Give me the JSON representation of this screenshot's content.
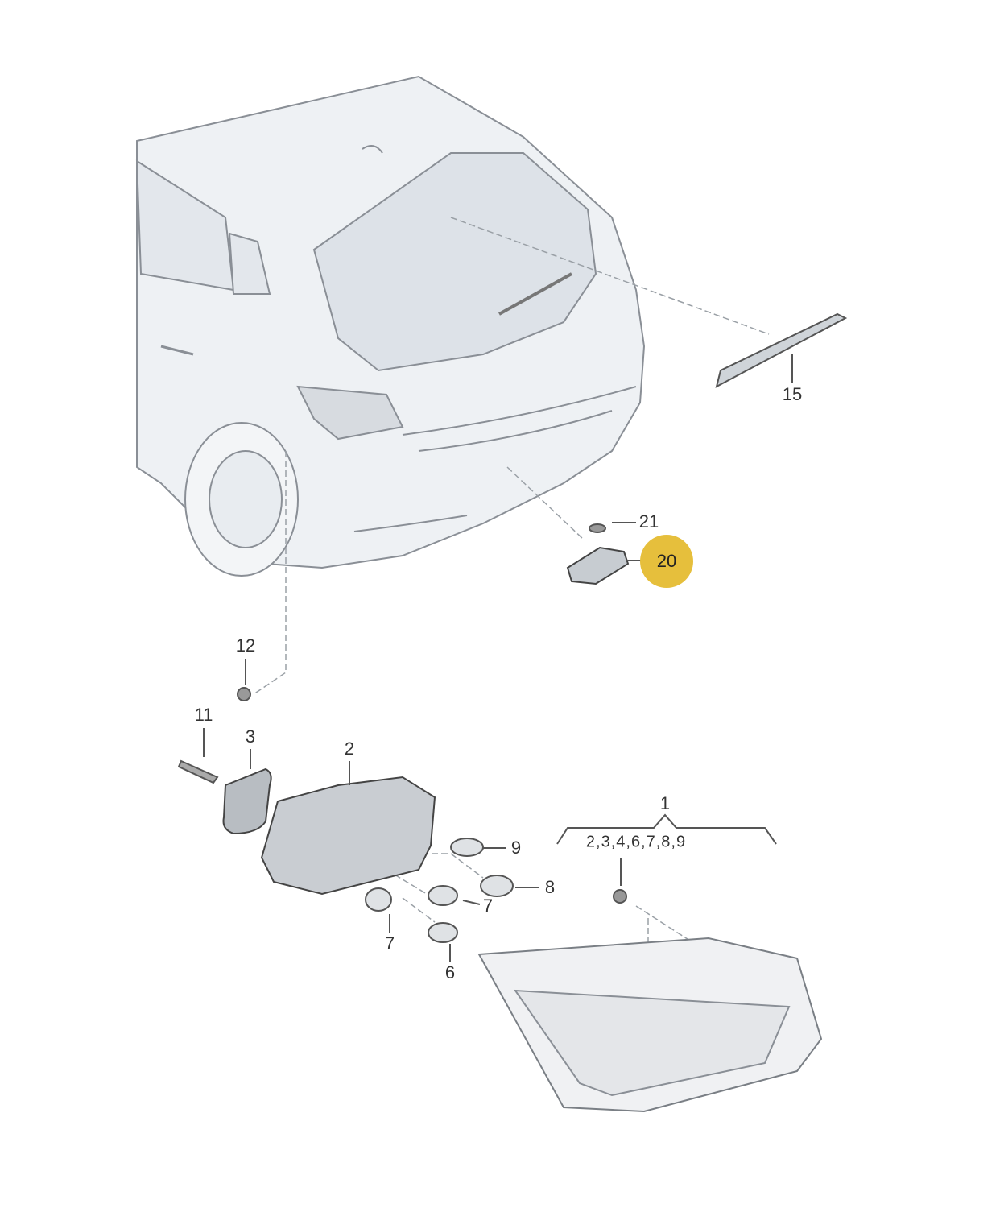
{
  "highlight_color": "#e6bf3c",
  "callouts": {
    "p15": "15",
    "p21": "21",
    "p20": "20",
    "p12": "12",
    "p11": "11",
    "p3": "3",
    "p2": "2",
    "p9": "9",
    "p8": "8",
    "p7a": "7",
    "p7b": "7",
    "p6": "6",
    "p1": "1",
    "p1_group": "2,3,4,6,7,8,9"
  },
  "highlighted_part": "20"
}
